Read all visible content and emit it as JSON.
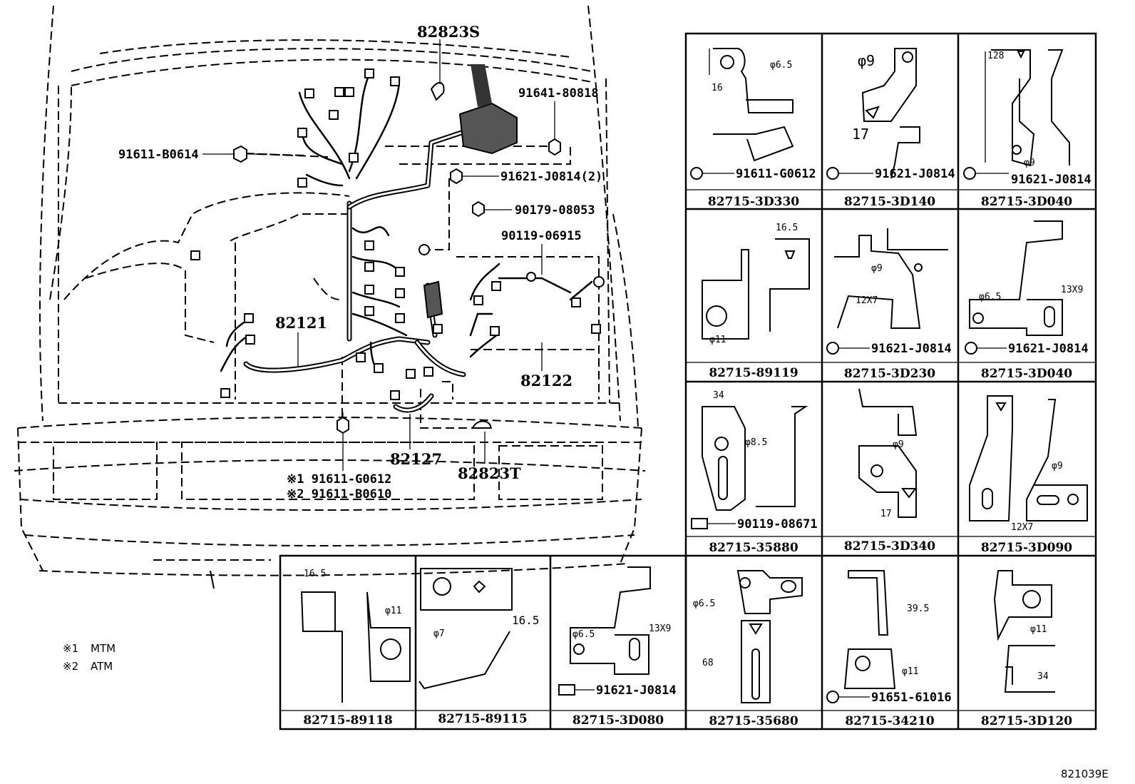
{
  "diagram_code": "821039E",
  "notes": [
    {
      "mark": "※1",
      "text": "MTM"
    },
    {
      "mark": "※2",
      "text": "ATM"
    }
  ],
  "callouts": {
    "c82823S": "82823S",
    "c91641": "91641-80818",
    "c91611b": "91611-B0614",
    "c91621": "91621-J0814(2)",
    "c90179": "90179-08053",
    "c90119": "90119-06915",
    "c82121": "82121",
    "c82122": "82122",
    "c82127": "82127",
    "c82823T": "82823T",
    "c_note1": "※1 91611-G0612",
    "c_note2": "※2 91611-B0610"
  },
  "brackets": [
    {
      "part": "82715-3D330",
      "bolt": "91611-G0612",
      "dims": [
        "φ6.5",
        "16"
      ]
    },
    {
      "part": "82715-3D140",
      "bolt": "91621-J0814",
      "dims": [
        "φ9",
        "17"
      ]
    },
    {
      "part": "82715-3D040",
      "bolt": "91621-J0814",
      "dims": [
        "128",
        "φ9"
      ]
    },
    {
      "part": "82715-89119",
      "bolt": "",
      "dims": [
        "16.5",
        "φ11"
      ]
    },
    {
      "part": "82715-3D230",
      "bolt": "91621-J0814",
      "dims": [
        "φ9",
        "12X7"
      ]
    },
    {
      "part": "82715-3D040",
      "bolt": "91621-J0814",
      "dims": [
        "φ6.5",
        "13X9"
      ]
    },
    {
      "part": "82715-35880",
      "bolt": "90119-08671",
      "dims": [
        "34",
        "φ8.5"
      ]
    },
    {
      "part": "82715-3D340",
      "bolt": "",
      "dims": [
        "φ9",
        "17"
      ]
    },
    {
      "part": "82715-3D090",
      "bolt": "",
      "dims": [
        "φ9",
        "12X7"
      ]
    },
    {
      "part": "82715-89118",
      "bolt": "",
      "dims": [
        "16.5",
        "φ11"
      ]
    },
    {
      "part": "82715-89115",
      "bolt": "",
      "dims": [
        "φ7",
        "16.5"
      ]
    },
    {
      "part": "82715-3D080",
      "bolt": "91621-J0814",
      "dims": [
        "φ6.5",
        "13X9"
      ]
    },
    {
      "part": "82715-35680",
      "bolt": "",
      "dims": [
        "φ6.5",
        "68"
      ]
    },
    {
      "part": "82715-34210",
      "bolt": "91651-61016",
      "dims": [
        "39.5",
        "φ11"
      ]
    },
    {
      "part": "82715-3D120",
      "bolt": "",
      "dims": [
        "φ11",
        "34"
      ]
    }
  ]
}
